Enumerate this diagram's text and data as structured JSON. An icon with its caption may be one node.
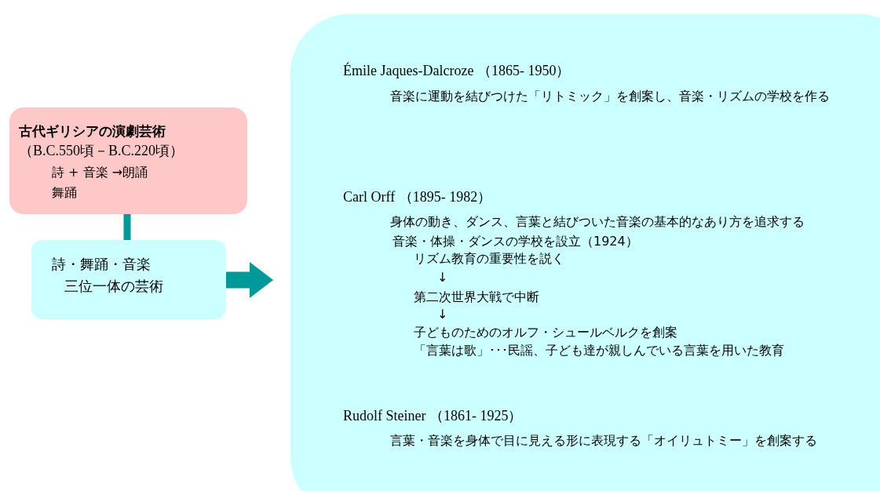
{
  "diagram": {
    "nodes": [
      {
        "text": [
          "古代ギリシアの演劇芸術",
          "（B.C.550頃－B.C.220頃）",
          "詩 + 音楽 →朗誦",
          "舞踊"
        ]
      },
      {
        "text": [
          "詩・舞踊・音楽",
          "三位一体の芸術"
        ]
      },
      {
        "text": [
          "Émile Jaques-Dalcroze （1865- 1950）",
          "音楽に運動を結びつけた「リトミック」を創案し、音楽・リズムの学校を作る",
          "Carl Orff （1895- 1982）",
          "身体の動き、ダンス、言葉と結びついた音楽の基本的なあり方を追求する",
          "音楽・体操・ダンスの学校を設立（1924）",
          "リズム教育の重要性を説く",
          "↓",
          "第二次世界大戦で中断",
          "↓",
          "子どものためのオルフ・シュールベルクを創案",
          "「言葉は歌」･･･民謡、子ども達が親しんでいる言葉を用いた教育",
          "Rudolf Steiner （1861- 1925）",
          "言葉・音楽を身体で目に見える形に表現する「オイリュトミー」を創案する"
        ]
      }
    ],
    "edges": [
      {
        "from": 0,
        "to": 1,
        "arrow": "none"
      },
      {
        "from": 1,
        "to": 2,
        "arrow": "to",
        "style": "thick"
      }
    ]
  }
}
